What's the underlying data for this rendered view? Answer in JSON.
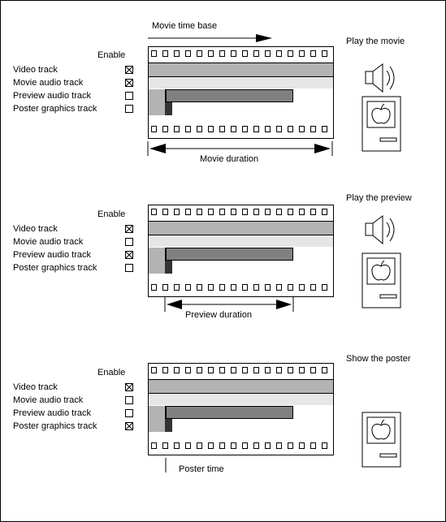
{
  "panels": [
    {
      "header": "Play the movie",
      "enable_label": "Enable",
      "top_annotation": "Movie time base",
      "bottom_annotation": "Movie duration",
      "tracks": [
        {
          "label": "Video track",
          "checked": true
        },
        {
          "label": "Movie audio track",
          "checked": true
        },
        {
          "label": "Preview audio track",
          "checked": false
        },
        {
          "label": "Poster graphics track",
          "checked": false
        }
      ],
      "show_speaker": true
    },
    {
      "header": "Play the preview",
      "enable_label": "Enable",
      "top_annotation": "",
      "bottom_annotation": "Preview duration",
      "tracks": [
        {
          "label": "Video track",
          "checked": true
        },
        {
          "label": "Movie audio track",
          "checked": false
        },
        {
          "label": "Preview audio track",
          "checked": true
        },
        {
          "label": "Poster graphics track",
          "checked": false
        }
      ],
      "show_speaker": true
    },
    {
      "header": "Show the poster",
      "enable_label": "Enable",
      "top_annotation": "",
      "bottom_annotation": "Poster time",
      "tracks": [
        {
          "label": "Video track",
          "checked": true
        },
        {
          "label": "Movie audio track",
          "checked": false
        },
        {
          "label": "Preview audio track",
          "checked": false
        },
        {
          "label": "Poster graphics track",
          "checked": true
        }
      ],
      "show_speaker": false
    }
  ],
  "colors": {
    "video_track": "#b3b3b3",
    "movie_audio_track": "#e6e6e6",
    "preview_audio_track": "#808080",
    "poster_lead": "#b3b3b3",
    "poster_marker": "#333333"
  },
  "icons": [
    "speaker-icon",
    "monitor-apple-icon",
    "checkbox-checked-icon",
    "checkbox-empty-icon"
  ]
}
